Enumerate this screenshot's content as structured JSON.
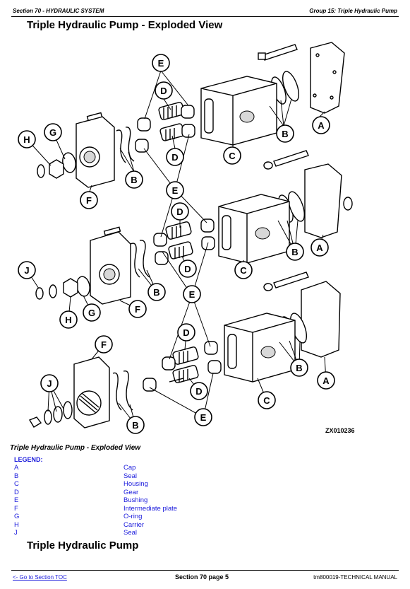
{
  "header": {
    "section": "Section 70 - HYDRAULIC SYSTEM",
    "group": "Group 15: Triple Hydraulic Pump"
  },
  "title": "Triple Hydraulic Pump - Exploded View",
  "figure": {
    "code": "ZX010236",
    "callouts": [
      "A",
      "B",
      "C",
      "D",
      "E",
      "F",
      "G",
      "H",
      "J"
    ]
  },
  "caption": "Triple Hydraulic Pump - Exploded View",
  "legend": {
    "title": "LEGEND:",
    "items": [
      {
        "key": "A",
        "value": "Cap"
      },
      {
        "key": "B",
        "value": "Seal"
      },
      {
        "key": "C",
        "value": "Housing"
      },
      {
        "key": "D",
        "value": "Gear"
      },
      {
        "key": "E",
        "value": "Bushing"
      },
      {
        "key": "F",
        "value": "Intermediate plate"
      },
      {
        "key": "G",
        "value": "O-ring"
      },
      {
        "key": "H",
        "value": "Carrier"
      },
      {
        "key": "J",
        "value": "Seal"
      }
    ]
  },
  "subtitle": "Triple Hydraulic Pump",
  "footer": {
    "toc_link": "<- Go to Section TOC",
    "page": "Section 70 page 5",
    "manual": "tm800019-TECHNICAL MANUAL"
  }
}
